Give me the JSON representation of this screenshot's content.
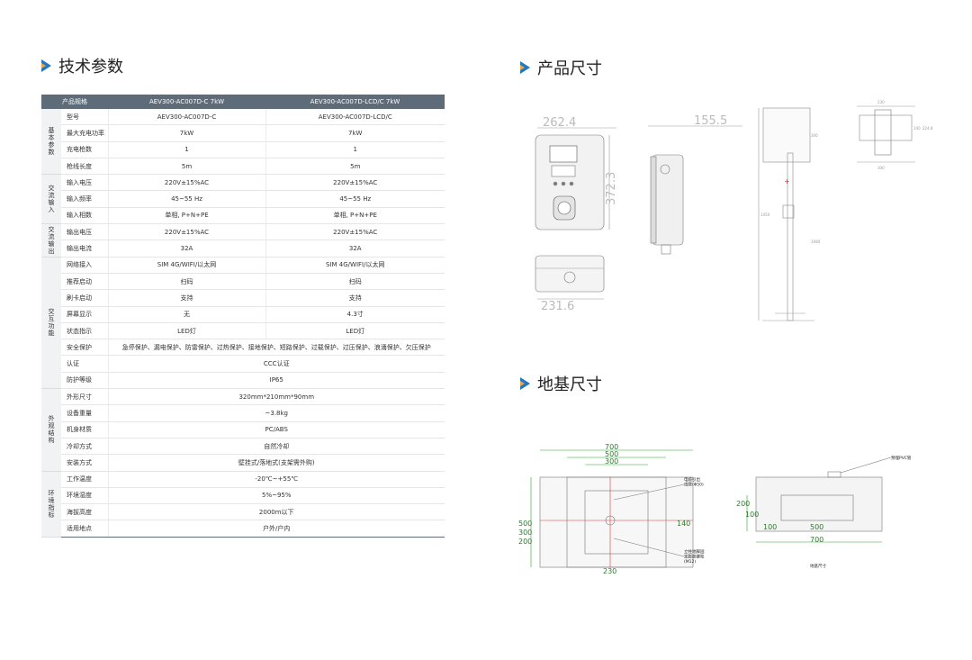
{
  "sections": {
    "tech": "技术参数",
    "product": "产品尺寸",
    "foundation": "地基尺寸"
  },
  "table": {
    "header": [
      "产品规格",
      "AEV300-AC007D-C 7kW",
      "AEV300-AC007D-LCD/C 7kW"
    ],
    "groups": [
      {
        "category": "基本参数",
        "rows": [
          {
            "label": "型号",
            "v1": "AEV300-AC007D-C",
            "v2": "AEV300-AC007D-LCD/C"
          },
          {
            "label": "最大充电功率",
            "v1": "7kW",
            "v2": "7kW"
          },
          {
            "label": "充电枪数",
            "v1": "1",
            "v2": "1"
          },
          {
            "label": "枪线长度",
            "v1": "5m",
            "v2": "5m"
          }
        ]
      },
      {
        "category": "交流输入",
        "rows": [
          {
            "label": "输入电压",
            "v1": "220V±15%AC",
            "v2": "220V±15%AC"
          },
          {
            "label": "输入频率",
            "v1": "45~55 Hz",
            "v2": "45~55 Hz"
          },
          {
            "label": "输入相数",
            "v1": "单相, P+N+PE",
            "v2": "单相, P+N+PE"
          }
        ]
      },
      {
        "category": "交流输出",
        "rows": [
          {
            "label": "输出电压",
            "v1": "220V±15%AC",
            "v2": "220V±15%AC"
          },
          {
            "label": "输出电流",
            "v1": "32A",
            "v2": "32A"
          }
        ]
      },
      {
        "category": "交互功能",
        "rows": [
          {
            "label": "网络接入",
            "v1": "SIM 4G/WIFI/以太网",
            "v2": "SIM 4G/WIFI/以太网"
          },
          {
            "label": "推荐启动",
            "v1": "扫码",
            "v2": "扫码"
          },
          {
            "label": "刷卡启动",
            "v1": "支持",
            "v2": "支持"
          },
          {
            "label": "屏幕显示",
            "v1": "无",
            "v2": "4.3寸"
          },
          {
            "label": "状态指示",
            "v1": "LED灯",
            "v2": "LED灯"
          },
          {
            "label": "安全保护",
            "span": "急停保护、漏电保护、防雷保护、过热保护、接地保护、短路保护、过载保护、过压保护、浪涌保护、欠压保护"
          },
          {
            "label": "认证",
            "span": "CCC认证"
          },
          {
            "label": "防护等级",
            "span": "IP65"
          }
        ]
      },
      {
        "category": "外观结构",
        "rows": [
          {
            "label": "外形尺寸",
            "span": "320mm*210mm*90mm"
          },
          {
            "label": "设备重量",
            "span": "~3.8kg"
          },
          {
            "label": "机身材质",
            "span": "PC/ABS"
          },
          {
            "label": "冷却方式",
            "span": "自然冷却"
          },
          {
            "label": "安装方式",
            "span": "壁挂式/落地式(支架需外购)"
          }
        ]
      },
      {
        "category": "环境指标",
        "rows": [
          {
            "label": "工作温度",
            "span": "-20℃~+55℃"
          },
          {
            "label": "环境湿度",
            "span": "5%~95%"
          },
          {
            "label": "海拔高度",
            "span": "2000m以下"
          },
          {
            "label": "适用地点",
            "span": "户外/户内"
          }
        ]
      }
    ]
  },
  "product_drawing": {
    "front_width": "262.4",
    "front_height": "372.3",
    "side_depth": "155.5",
    "bottom_width": "231.6",
    "pole_label_a": "300",
    "pole_label_b": "1450",
    "pole_label_c": "1080",
    "base_a": "230",
    "base_b": "300",
    "base_c": "140",
    "base_d": "224.8"
  },
  "foundation_drawing": {
    "w700": "700",
    "w500": "500",
    "w300": "300",
    "h500": "500",
    "h300": "300",
    "h200": "200",
    "h140": "140",
    "w230": "230",
    "note_cable": "电缆引出\n线管(Φ50)",
    "note_bolt": "立柱地脚固\n定膨胀螺栓\n(M12)",
    "note_pvc": "预埋PVC管",
    "side_200": "200",
    "side_100a": "100",
    "side_100b": "100",
    "side_500": "500",
    "side_700": "700",
    "caption": "地基尺寸"
  }
}
